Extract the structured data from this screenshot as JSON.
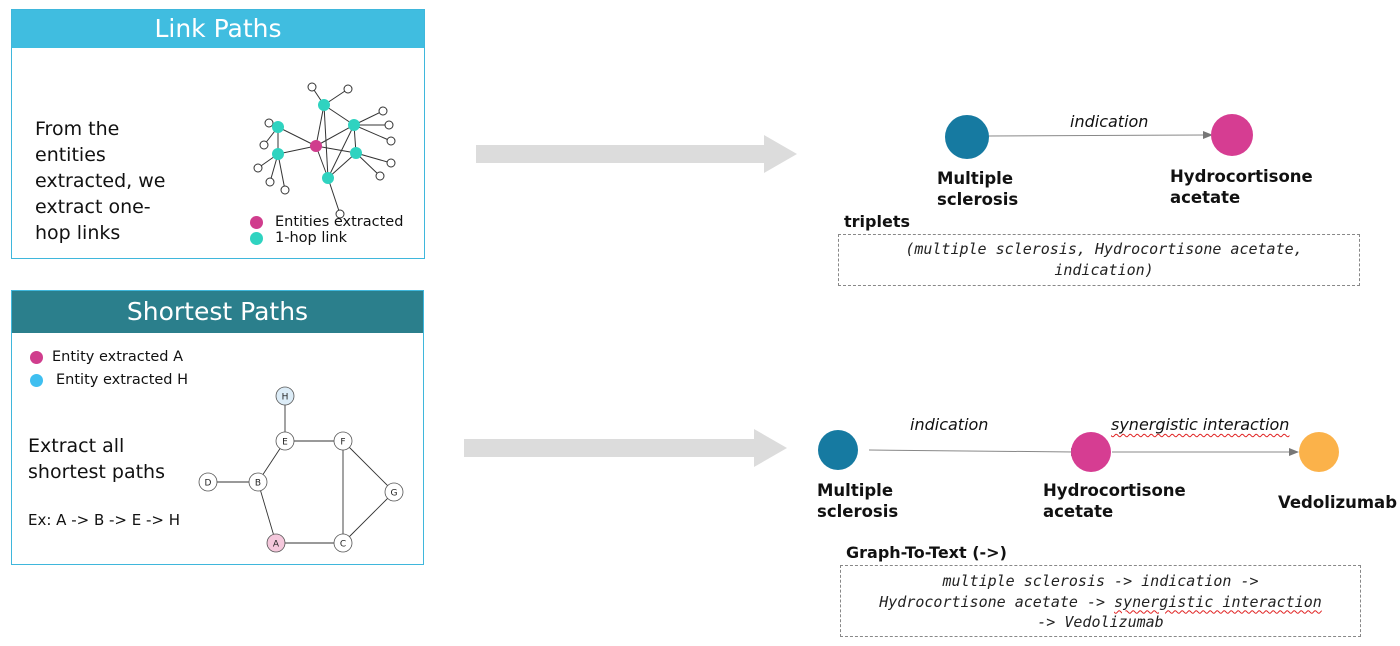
{
  "link_paths": {
    "title": "Link Paths",
    "description": "From the entities extracted, we extract one-hop links",
    "legend": [
      {
        "label": "Entities extracted",
        "color": "#d03d8d"
      },
      {
        "label": "1-hop link",
        "color": "#2fd3c0"
      }
    ]
  },
  "shortest_paths": {
    "title": "Shortest Paths",
    "legend": [
      {
        "label": "Entity extracted A",
        "color": "#d03d8d"
      },
      {
        "label": "Entity extracted H",
        "color": "#3fbff0"
      }
    ],
    "description": "Extract all shortest paths",
    "example": "Ex: A -> B -> E -> H",
    "graph_nodes": [
      "H",
      "E",
      "F",
      "D",
      "B",
      "G",
      "A",
      "C"
    ]
  },
  "triplet_diagram": {
    "node1": "Multiple sclerosis",
    "node2": "Hydrocortisone acetate",
    "edge": "indication",
    "section_label": "triplets",
    "code": "(multiple sclerosis, Hydrocortisone acetate, indication)"
  },
  "graph_to_text_diagram": {
    "node1": "Multiple sclerosis",
    "node2": "Hydrocortisone acetate",
    "node3": "Vedolizumab",
    "edge1": "indication",
    "edge2": "synergistic interaction",
    "section_label": "Graph-To-Text (->)",
    "code_line1": "multiple sclerosis -> indication ->",
    "code_line2a": "Hydrocortisone acetate -> ",
    "code_line2b": "synergistic interaction",
    "code_line3": "-> Vedolizumab"
  },
  "colors": {
    "teal_blue": "#167aa1",
    "magenta": "#d63d92",
    "orange": "#fbb24a",
    "arrow_gray": "#dcdcdc"
  }
}
